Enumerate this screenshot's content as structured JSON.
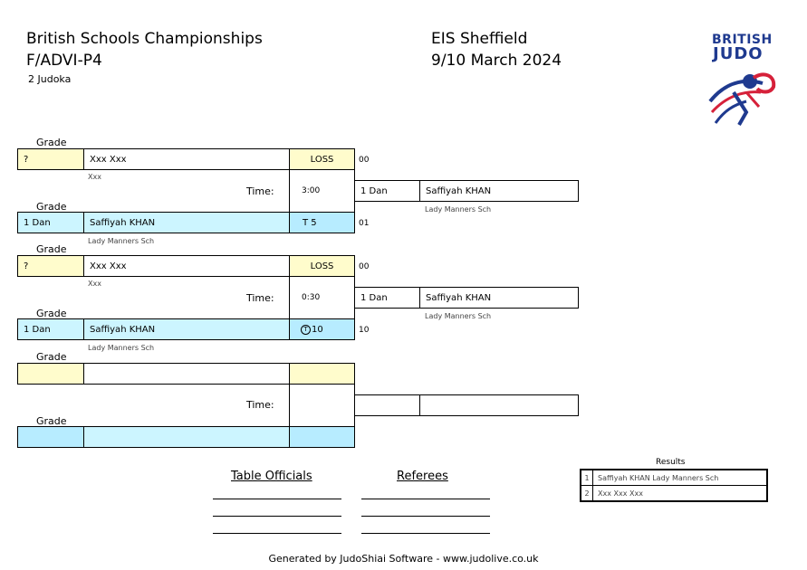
{
  "header": {
    "event": "British Schools Championships",
    "category": "F/ADVI-P4",
    "count": "2 Judoka",
    "venue": "EIS Sheffield",
    "date": "9/10 March 2024",
    "logo_text_1": "BRITISH",
    "logo_text_2": "JUDO"
  },
  "labels": {
    "grade": "Grade",
    "time": "Time:"
  },
  "matches": [
    {
      "white": {
        "grade": "?",
        "name": "Xxx Xxx",
        "club": "Xxx",
        "result": "LOSS",
        "score": "00"
      },
      "blue": {
        "grade": "1 Dan",
        "name": "Saffiyah KHAN",
        "club": "Lady Manners Sch",
        "result": "T 5",
        "score": "01"
      },
      "time": "3:00",
      "winner": {
        "grade": "1 Dan",
        "name": "Saffiyah KHAN",
        "club": "Lady Manners Sch"
      }
    },
    {
      "white": {
        "grade": "?",
        "name": "Xxx Xxx",
        "club": "Xxx",
        "result": "LOSS",
        "score": "00"
      },
      "blue": {
        "grade": "1 Dan",
        "name": "Saffiyah KHAN",
        "club": "Lady Manners Sch",
        "result": "10",
        "score": "10"
      },
      "time": "0:30",
      "winner": {
        "grade": "1 Dan",
        "name": "Saffiyah KHAN",
        "club": "Lady Manners Sch"
      }
    }
  ],
  "officials": {
    "table_label": "Table Officials",
    "referees_label": "Referees"
  },
  "results": {
    "title": "Results",
    "rows": [
      {
        "pos": "1",
        "text": "Saffiyah KHAN Lady Manners Sch"
      },
      {
        "pos": "2",
        "text": "Xxx Xxx Xxx"
      }
    ]
  },
  "footer": "Generated by JudoShiai Software - www.judolive.co.uk",
  "colors": {
    "white_bg": "#fffccc",
    "blue_bg": "#ccf5ff",
    "logo_blue": "#1f3a8f",
    "logo_red": "#d6213a"
  }
}
